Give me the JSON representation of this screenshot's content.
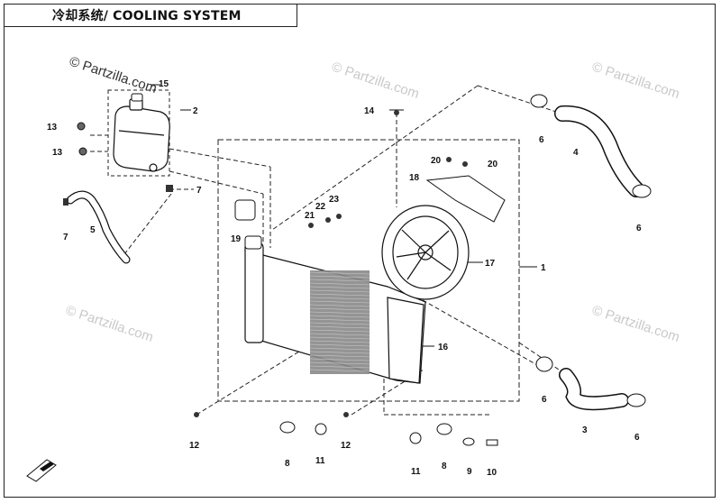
{
  "title": "冷却系统/ COOLING SYSTEM",
  "watermark": "© Partzilla.com",
  "callouts": [
    "1",
    "2",
    "3",
    "4",
    "5",
    "6",
    "6",
    "6",
    "6",
    "7",
    "7",
    "8",
    "8",
    "9",
    "10",
    "11",
    "11",
    "12",
    "12",
    "13",
    "13",
    "14",
    "15",
    "16",
    "17",
    "18",
    "19",
    "20",
    "20",
    "21",
    "22",
    "23"
  ],
  "colors": {
    "line": "#111111",
    "watermark": "#c9c9c9",
    "fill": "#ffffff"
  },
  "icons": {
    "corner": "front-direction-arrow-icon"
  }
}
